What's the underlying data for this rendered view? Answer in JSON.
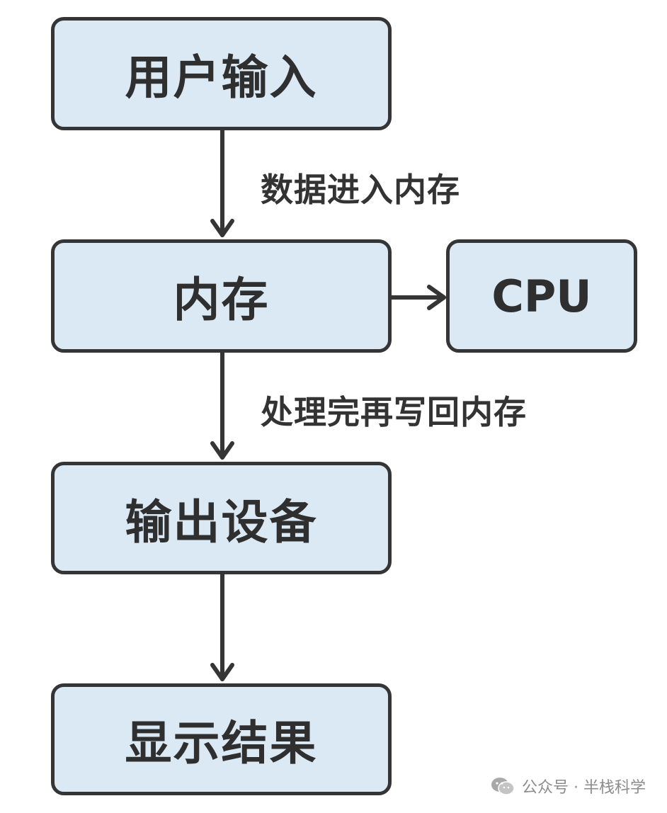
{
  "nodes": {
    "user_input": "用户输入",
    "memory": "内存",
    "cpu": "CPU",
    "output_device": "输出设备",
    "show_result": "显示结果"
  },
  "edge_labels": {
    "input_to_memory": "数据进入内存",
    "memory_to_output": "处理完再写回内存"
  },
  "watermark": {
    "text": "公众号 · 半栈科学",
    "icon": "wechat-icon"
  },
  "colors": {
    "node_fill": "#dbe9f5",
    "stroke": "#353535"
  }
}
